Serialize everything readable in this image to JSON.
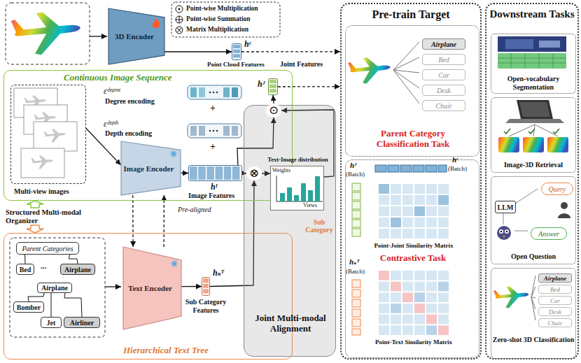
{
  "diagram": {
    "nodes": [
      {
        "text": [
          "3D Encoder"
        ]
      },
      {
        "text": [
          "hᶜ",
          "Point Cloud Features"
        ]
      },
      {
        "text": [
          "Continuous Image Sequence"
        ]
      },
      {
        "text": [
          "Multi-view images"
        ],
        "in": 2
      },
      {
        "text": [
          "Image Encoder"
        ],
        "in": 2
      },
      {
        "text": [
          "hᴵ",
          "Image Features"
        ],
        "in": 2
      },
      {
        "text": [
          "hᴶ",
          "Joint Features"
        ]
      },
      {
        "text": [
          "Joint Multi-modal Alignment"
        ]
      },
      {
        "text": [
          "⊙"
        ],
        "in": 7
      },
      {
        "text": [
          "⊗"
        ],
        "in": 7
      },
      {
        "text": [
          "Text-Image distribution",
          "Weights",
          "Views"
        ],
        "in": 7
      },
      {
        "text": [
          "Hierarchical Text Tree"
        ]
      },
      {
        "text": [
          "Parent Categories"
        ],
        "in": 11
      },
      {
        "text": [
          "Bed"
        ],
        "in": 11
      },
      {
        "text": [
          "Airplane"
        ],
        "in": 11
      },
      {
        "text": [
          "Airplane"
        ],
        "in": 11
      },
      {
        "text": [
          "Bomber"
        ],
        "in": 11
      },
      {
        "text": [
          "Jet"
        ],
        "in": 11
      },
      {
        "text": [
          "Airliner"
        ],
        "in": 11
      },
      {
        "text": [
          "Text Encoder"
        ],
        "in": 11
      },
      {
        "text": [
          "hₛᵀ",
          "Sub Category Features"
        ],
        "in": 11
      },
      {
        "text": [
          "Pre-train Target"
        ]
      },
      {
        "text": [
          "Parent Category Classification Task"
        ],
        "in": 21
      },
      {
        "text": [
          "Airplane"
        ],
        "in": 22
      },
      {
        "text": [
          "Bed"
        ],
        "in": 22
      },
      {
        "text": [
          "Car"
        ],
        "in": 22
      },
      {
        "text": [
          "Desk"
        ],
        "in": 22
      },
      {
        "text": [
          "Chair"
        ],
        "in": 22
      },
      {
        "text": [
          "Contrastive Task"
        ],
        "in": 21
      },
      {
        "text": [
          "Point-Joint Similarity Matrix"
        ],
        "in": 28
      },
      {
        "text": [
          "Point-Text Similarity Matrix"
        ],
        "in": 28
      },
      {
        "text": [
          "Downstream Tasks"
        ]
      },
      {
        "text": [
          "Open-vocabulary Segmentation"
        ],
        "in": 31
      },
      {
        "text": [
          "Image-3D Retrieval"
        ],
        "in": 31
      },
      {
        "text": [
          "Open Question"
        ],
        "in": 31
      },
      {
        "text": [
          "Query"
        ],
        "in": 34
      },
      {
        "text": [
          "LLM"
        ],
        "in": 34
      },
      {
        "text": [
          "Answer"
        ],
        "in": 34
      },
      {
        "text": [
          "Zero-shot 3D Classification"
        ],
        "in": 31
      },
      {
        "text": [
          "Airplane"
        ],
        "in": 38
      },
      {
        "text": [
          "Bed"
        ],
        "in": 38
      },
      {
        "text": [
          "Car"
        ],
        "in": 38
      },
      {
        "text": [
          "Desk"
        ],
        "in": 38
      },
      {
        "text": [
          "Chair"
        ],
        "in": 38
      }
    ],
    "edges": [
      {
        "from": 0,
        "to": 1,
        "arrow": "to"
      },
      {
        "from": 1,
        "to": 21,
        "arrow": "to"
      },
      {
        "from": 3,
        "to": 4,
        "arrow": "to"
      },
      {
        "from": 4,
        "to": 5,
        "arrow": "to"
      },
      {
        "from": 4,
        "to": 19,
        "arrow": "to"
      },
      {
        "from": 19,
        "to": 4,
        "arrow": "to"
      },
      {
        "from": 19,
        "to": 20,
        "arrow": "to"
      },
      {
        "from": 5,
        "to": 9,
        "arrow": "to"
      },
      {
        "from": 20,
        "to": 9,
        "arrow": "to"
      },
      {
        "from": 9,
        "to": 10,
        "arrow": "to"
      },
      {
        "from": 10,
        "to": 8,
        "arrow": "to"
      },
      {
        "from": 5,
        "to": 8,
        "arrow": "to"
      },
      {
        "from": 8,
        "to": 6,
        "arrow": "to"
      },
      {
        "from": 6,
        "to": 21,
        "arrow": "to"
      },
      {
        "from": 12,
        "to": 13,
        "arrow": "none"
      },
      {
        "from": 12,
        "to": 14,
        "arrow": "none"
      },
      {
        "from": 15,
        "to": 16,
        "arrow": "none"
      },
      {
        "from": 15,
        "to": 17,
        "arrow": "none"
      },
      {
        "from": 15,
        "to": 18,
        "arrow": "none"
      }
    ],
    "labels": [
      "εᵈᵉᵍʳᵉᵉ",
      "Degree encoding",
      "+",
      "εᵈᵉᵖᵗʰ",
      "Depth encoding",
      "+",
      "Structured Multi-modal Organizer",
      "Pre-aligned",
      "...",
      "Sub Category",
      "hᶜ",
      "(Batch)",
      "hᴶ",
      "(Batch)",
      "hₛᵀ",
      "(Batch)"
    ],
    "legend": [
      {
        "text": "Point-wise Multiplication"
      },
      {
        "text": "Point-wise Summation"
      },
      {
        "text": "Matrix Multiplication"
      }
    ]
  }
}
